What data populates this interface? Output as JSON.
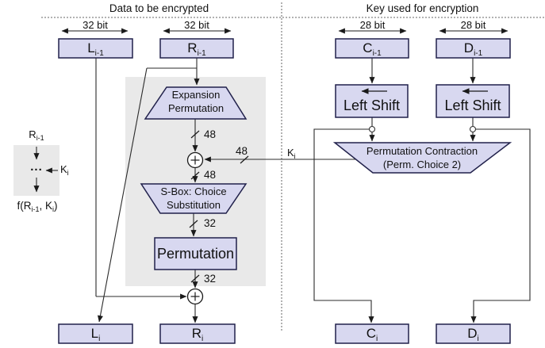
{
  "titles": {
    "left": "Data to be encrypted",
    "right": "Key used for encryption"
  },
  "bus": {
    "l": "32 bit",
    "r": "32 bit",
    "c": "28 bit",
    "d": "28 bit"
  },
  "registers": {
    "l_prev": {
      "base": "L",
      "sub": "i-1"
    },
    "r_prev": {
      "base": "R",
      "sub": "i-1"
    },
    "c_prev": {
      "base": "C",
      "sub": "i-1"
    },
    "d_prev": {
      "base": "D",
      "sub": "i-1"
    },
    "l_next": {
      "base": "L",
      "sub": "i"
    },
    "r_next": {
      "base": "R",
      "sub": "i"
    },
    "c_next": {
      "base": "C",
      "sub": "i"
    },
    "d_next": {
      "base": "D",
      "sub": "i"
    }
  },
  "blocks": {
    "expansion": {
      "line1": "Expansion",
      "line2": "Permutation"
    },
    "sbox": {
      "line1": "S-Box: Choice",
      "line2": "Substitution"
    },
    "permutation": {
      "label": "Permutation"
    },
    "left_shift_c": {
      "label": "Left Shift"
    },
    "left_shift_d": {
      "label": "Left Shift"
    },
    "pc2": {
      "line1": "Permutation Contraction",
      "line2": "(Perm. Choice 2)"
    }
  },
  "wires": {
    "expansion_out": "48",
    "key_in": "48",
    "xor1_out": "48",
    "sbox_out": "32",
    "perm_out": "32",
    "key": {
      "base": "K",
      "sub": "i"
    }
  },
  "mini": {
    "input": {
      "base": "R",
      "sub": "i-1"
    },
    "dots": "...",
    "key": {
      "base": "K",
      "sub": "i"
    },
    "output": {
      "p1": "f(R",
      "s1": "i-1",
      "p2": ", K",
      "s2": "i",
      "p3": ")"
    }
  },
  "colors": {
    "box_fill": "#d8d8f0",
    "box_border": "#21214b",
    "panel_fill": "#e9e9e9",
    "line": "#2b2b2b"
  }
}
